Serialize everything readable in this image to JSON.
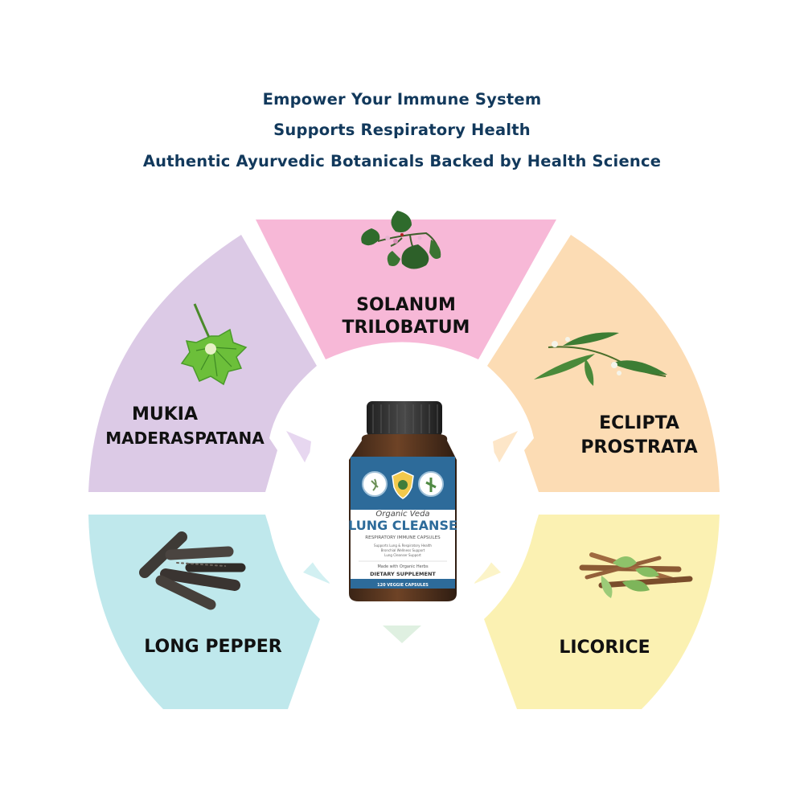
{
  "headlines": [
    "Empower Your Immune System",
    "Supports Respiratory Health",
    "Authentic Ayurvedic Botanicals Backed by Health Science"
  ],
  "ingredients": {
    "solanum": {
      "line1": "SOLANUM",
      "line2": "TRILOBATUM",
      "color": "#f7b8d7",
      "icon": "solanum-plant-icon"
    },
    "mukia": {
      "line1": "MUKIA",
      "line2": "MADERASPATANA",
      "color": "#dccae6",
      "icon": "mukia-leaf-icon"
    },
    "eclipta": {
      "line1": "ECLIPTA",
      "line2": "PROSTRATA",
      "color": "#fcdcb4",
      "icon": "eclipta-sprig-icon"
    },
    "long_pepper": {
      "line1": "LONG PEPPER",
      "color": "#bfe8ec",
      "icon": "long-pepper-icon"
    },
    "licorice": {
      "line1": "LICORICE",
      "color": "#fbf1b2",
      "icon": "licorice-root-icon"
    }
  },
  "product": {
    "brand": "Organic Veda",
    "name": "LUNG CLEANSE",
    "subtitle": "RESPIRATORY IMMUNE CAPSULES",
    "bullets": [
      "Supports Lung & Respiratory Health",
      "Bronchial Wellness Support",
      "Lung Cleanser Support"
    ],
    "made_with": "Made with Organic Herbs",
    "type": "DIETARY SUPPLEMENT",
    "count": "120 VEGGIE CAPSULES",
    "label_blue": "#2d6b9a",
    "cap_color": "#2e2e2e"
  }
}
